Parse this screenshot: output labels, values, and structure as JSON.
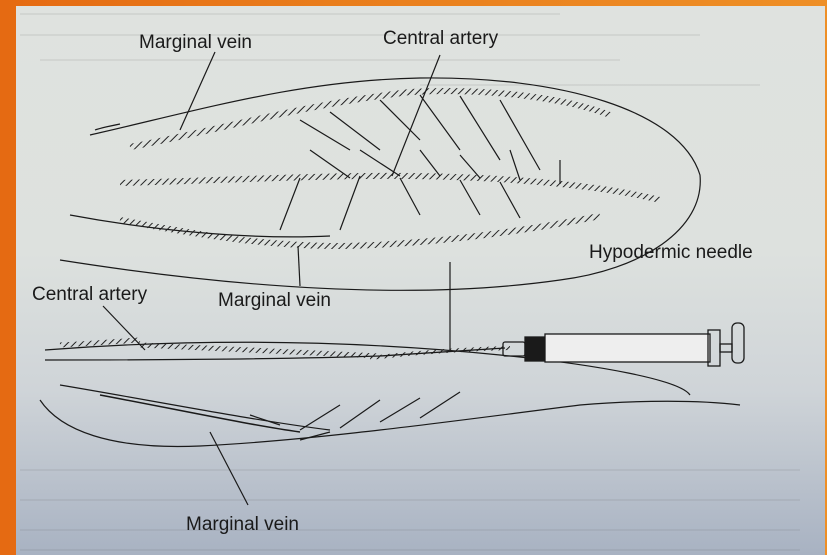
{
  "labels": {
    "marginal_vein_top": "Marginal vein",
    "central_artery_top": "Central artery",
    "marginal_vein_mid": "Marginal vein",
    "central_artery_left": "Central artery",
    "hypodermic_needle": "Hypodermic needle",
    "marginal_vein_bottom": "Marginal vein"
  },
  "colors": {
    "frame": "#e56a12",
    "paper": "#dfe2df",
    "ink": "#1a1a1a"
  }
}
